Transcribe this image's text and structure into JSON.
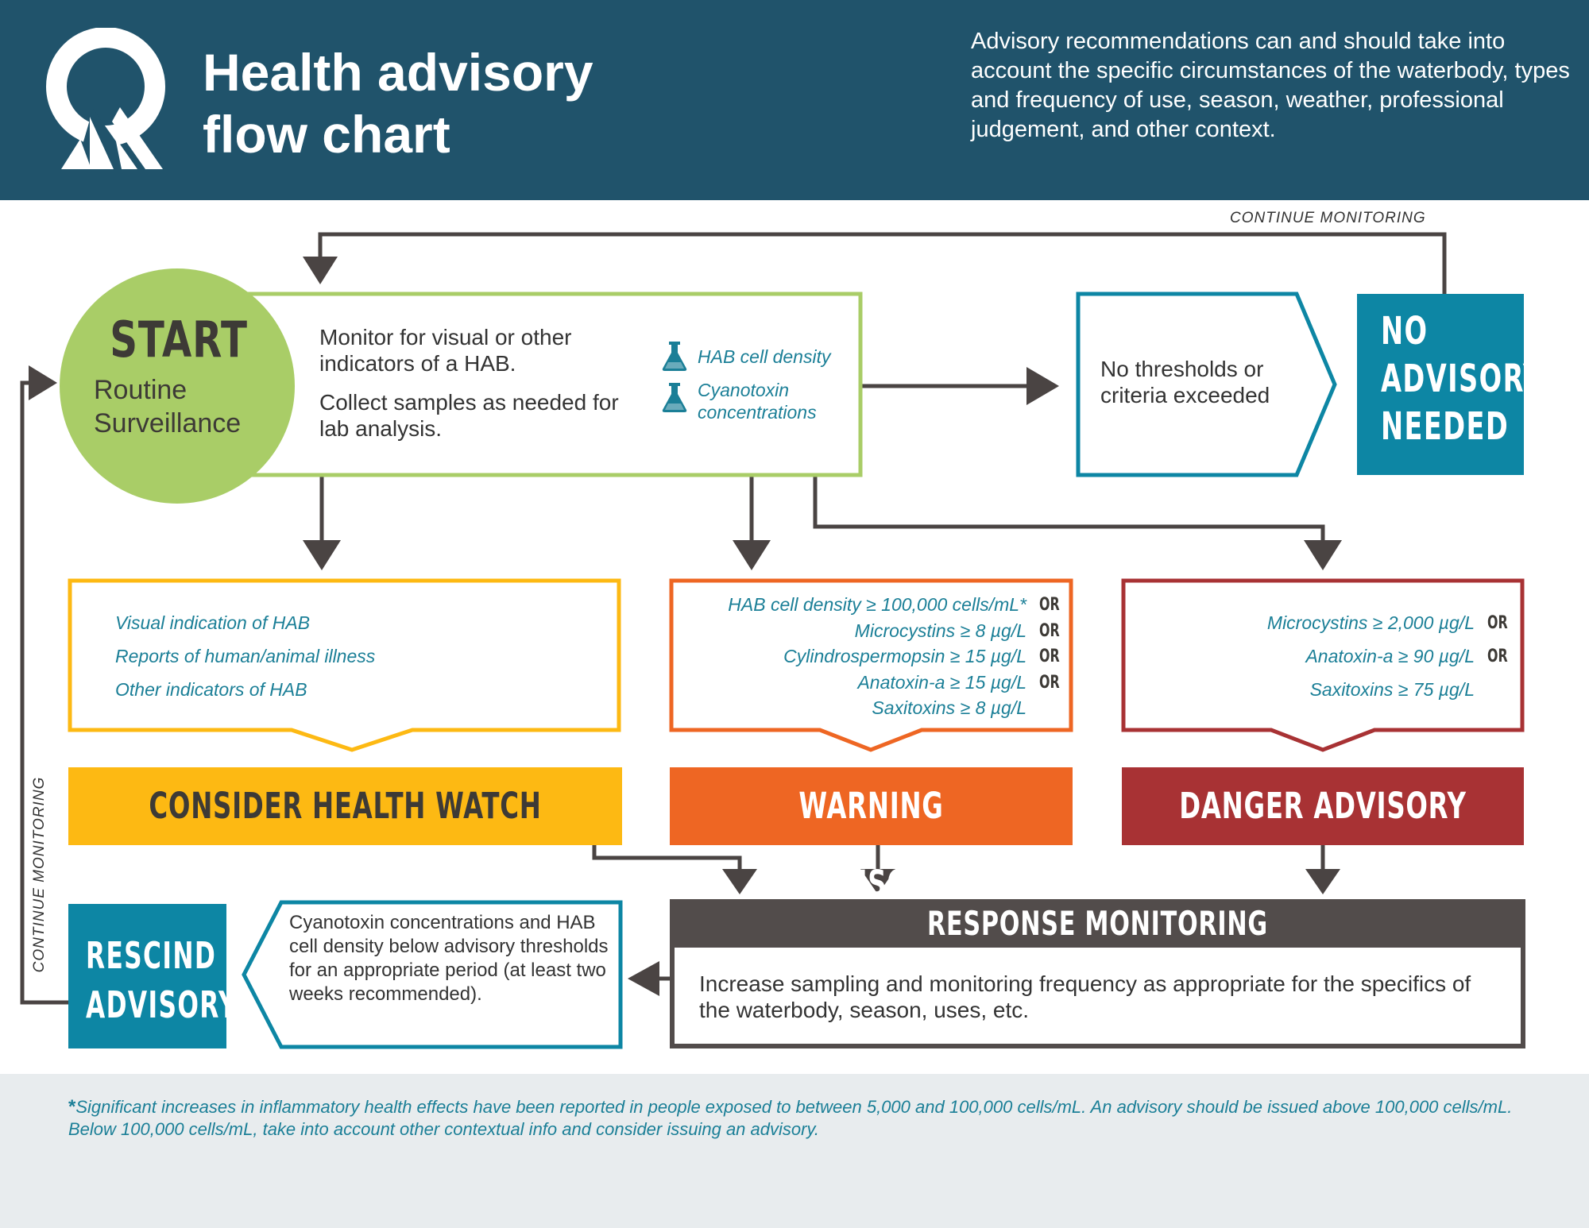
{
  "header": {
    "title_line1": "Health advisory",
    "title_line2": "flow chart",
    "intro": "Advisory recommendations can and should take into account the specific circumstances of the waterbody, types and frequency of use, season, weather, professional judgement, and other context."
  },
  "start": {
    "label": "START",
    "sub_line1": "Routine",
    "sub_line2": "Surveillance",
    "monitor": "Monitor for visual or other indicators of a HAB.",
    "collect": "Collect samples as needed for lab analysis.",
    "lab_items": [
      "HAB cell density",
      "Cyanotoxin concentrations"
    ]
  },
  "no_threshold": {
    "text": "No thresholds or criteria exceeded",
    "outcome_line1": "NO",
    "outcome_line2": "ADVISORY",
    "outcome_line3": "NEEDED"
  },
  "health_watch": {
    "criteria": [
      "Visual indication of HAB",
      "Reports of human/animal illness",
      "Other indicators of HAB"
    ],
    "label": "CONSIDER HEALTH WATCH"
  },
  "warning": {
    "criteria": [
      "HAB cell density ≥ 100,000 cells/mL*",
      "Microcystins ≥ 8 µg/L",
      "Cylindrospermopsin ≥ 15 µg/L",
      "Anatoxin-a ≥ 15 µg/L",
      "Saxitoxins ≥ 8 µg/L"
    ],
    "connectors": [
      "OR",
      "OR",
      "OR",
      "OR"
    ],
    "label": "WARNING ADVISORY"
  },
  "danger": {
    "criteria": [
      "Microcystins ≥ 2,000 µg/L",
      "Anatoxin-a ≥ 90 µg/L",
      "Saxitoxins ≥ 75 µg/L"
    ],
    "connectors": [
      "OR",
      "OR"
    ],
    "label": "DANGER ADVISORY"
  },
  "response": {
    "title": "RESPONSE MONITORING",
    "text": "Increase sampling and monitoring frequency as appropriate for the specifics of the waterbody, season, uses, etc."
  },
  "rescind": {
    "condition": "Cyanotoxin concentrations and HAB cell density below advisory thresholds for an appropriate period (at least two weeks recommended).",
    "label_line1": "RESCIND",
    "label_line2": "ADVISORY"
  },
  "loops": {
    "top": "CONTINUE MONITORING",
    "left": "CONTINUE MONITORING"
  },
  "footer": {
    "star": "*",
    "note": "Significant increases in inflammatory health effects have been reported in people exposed to between 5,000 and 100,000 cells/mL. An advisory should be issued above 100,000 cells/mL. Below 100,000 cells/mL, take into account other contextual info and consider issuing an advisory."
  },
  "colors": {
    "header": "#20536b",
    "start_green": "#a9cd67",
    "teal": "#0d86a4",
    "watch_yellow": "#fdb913",
    "warning_orange": "#ee6623",
    "danger_red": "#a83234",
    "response_gray": "#524c4b",
    "arrow_gray": "#4a4443",
    "footer_bg": "#e8ecee"
  },
  "icons": [
    "logo-mark",
    "flask-icon"
  ]
}
